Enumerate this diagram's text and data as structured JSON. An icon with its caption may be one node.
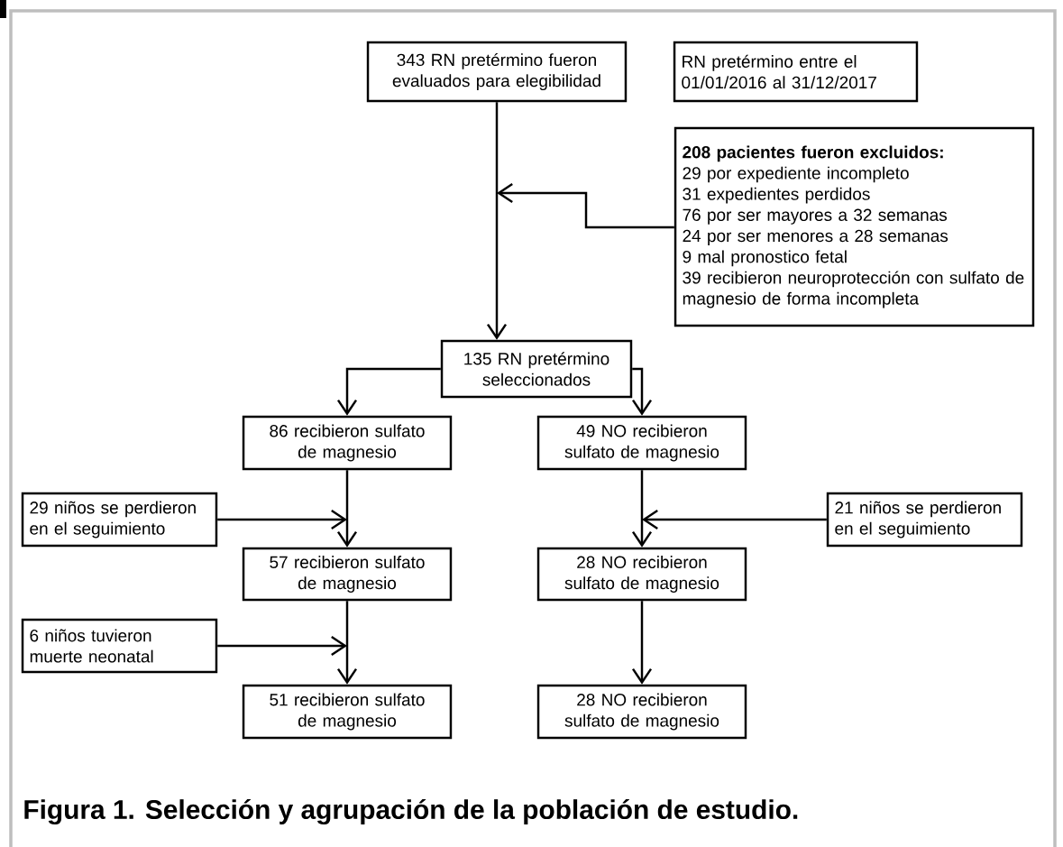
{
  "diagram": {
    "caption": "Figura 1. Selección y agrupación de la población de estudio.",
    "nodes": [
      {
        "text": [
          "343 RN pretérmino fueron evaluados para elegibilidad"
        ]
      },
      {
        "text": [
          "RN pretérmino entre el 01/01/2016 al 31/12/2017"
        ]
      },
      {
        "text": [
          "208 pacientes fueron excluidos:",
          "29 por expediente incompleto",
          "31 expedientes perdidos",
          "76 por ser mayores a 32 semanas",
          "24 por ser menores a 28 semanas",
          "9 mal pronostico fetal",
          "39 recibieron neuroprotección con sulfato de magnesio de forma incompleta"
        ]
      },
      {
        "text": [
          "135 RN pretérmino seleccionados"
        ]
      },
      {
        "text": [
          "86 recibieron sulfato de magnesio"
        ]
      },
      {
        "text": [
          "49 NO recibieron sulfato de magnesio"
        ]
      },
      {
        "text": [
          "29 niños se perdieron en el seguimiento"
        ]
      },
      {
        "text": [
          "21 niños se perdieron en el seguimiento"
        ]
      },
      {
        "text": [
          "57 recibieron sulfato de magnesio"
        ]
      },
      {
        "text": [
          "28 NO recibieron sulfato de magnesio"
        ]
      },
      {
        "text": [
          "6 niños tuvieron muerte neonatal"
        ]
      },
      {
        "text": [
          "51 recibieron sulfato de magnesio"
        ]
      },
      {
        "text": [
          "28 NO recibieron sulfato de magnesio"
        ]
      }
    ],
    "edges": [
      {
        "from": 0,
        "to": 3,
        "arrow": "to"
      },
      {
        "from": 2,
        "to": null,
        "arrow": "to"
      },
      {
        "from": 3,
        "to": 4,
        "arrow": "to"
      },
      {
        "from": 3,
        "to": 5,
        "arrow": "to"
      },
      {
        "from": 4,
        "to": 8,
        "arrow": "to"
      },
      {
        "from": 6,
        "to": null,
        "arrow": "to"
      },
      {
        "from": 5,
        "to": 9,
        "arrow": "to"
      },
      {
        "from": 7,
        "to": null,
        "arrow": "to"
      },
      {
        "from": 8,
        "to": 11,
        "arrow": "to"
      },
      {
        "from": 10,
        "to": null,
        "arrow": "to"
      },
      {
        "from": 9,
        "to": 12,
        "arrow": "to"
      }
    ]
  }
}
